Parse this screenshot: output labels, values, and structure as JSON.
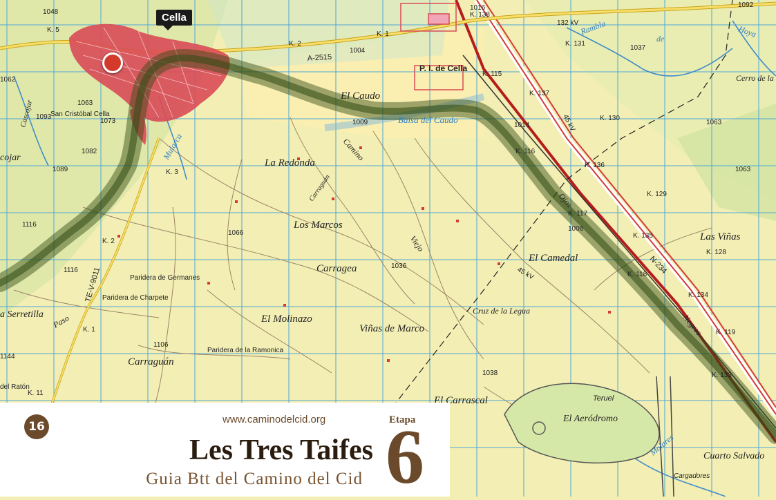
{
  "map": {
    "town_label": "Cella",
    "places": [
      "La Redonda",
      "Los Marcos",
      "Carragea",
      "El Molinazo",
      "Viñas de Marco",
      "Carraguán",
      "El Caudo",
      "Balsa del Caudo",
      "El Camedal",
      "Las Viñas",
      "El Carrascal",
      "El Aeródromo",
      "Cruz de la Legua",
      "Cuarto Salvado",
      "Cerro de la",
      "a Serretilla",
      "cojar",
      "Cascojar"
    ],
    "sites": [
      "P. I. de Cella",
      "San Cristóbal Cella",
      "Paridera de Germanes",
      "Paridera de Charpete",
      "Paridera de la Ramonica",
      "Cargadores",
      "del Ratón"
    ],
    "roads": [
      "A-2515",
      "TE-V-9011",
      "N-234",
      "Teruel"
    ],
    "streams": [
      "Rambla",
      "de",
      "Hoya",
      "Mularca",
      "Molares",
      "Negros",
      "Ojos",
      "Camino",
      "Viejo",
      "Paso",
      "Carraguán"
    ],
    "km_markers": [
      "K. 5",
      "K. 2",
      "K. 3",
      "K. 2",
      "K. 1",
      "K. 11",
      "K. 115",
      "K. 116",
      "K. 117",
      "K. 118",
      "K. 119",
      "K. 133",
      "K. 134",
      "K. 135",
      "K. 136",
      "K. 137",
      "K. 138",
      "K. 130",
      "K. 129",
      "K. 131",
      "K. 128",
      "K. 1"
    ],
    "elevations": [
      "1048",
      "1062",
      "1063",
      "1073",
      "1093",
      "1082",
      "1089",
      "1116",
      "1116",
      "1066",
      "1036",
      "1006",
      "1009",
      "1004",
      "1014",
      "1016",
      "1037",
      "1063",
      "1063",
      "1092",
      "1106",
      "1144",
      "1038"
    ],
    "power_lines": [
      "132 kV",
      "45 kV",
      "45 kV"
    ]
  },
  "footer": {
    "page_number": "16",
    "website": "www.caminodelcid.org",
    "etapa_label": "Etapa",
    "etapa_number": "6",
    "title": "Les Tres Taifes",
    "subtitle": "Guia Btt del Camino del Cid"
  },
  "colors": {
    "map_bg": "#f3efb4",
    "route": "#2f4a12",
    "town": "#d94b57",
    "main_road": "#c2241c",
    "brand_brown": "#6b4a2b"
  }
}
